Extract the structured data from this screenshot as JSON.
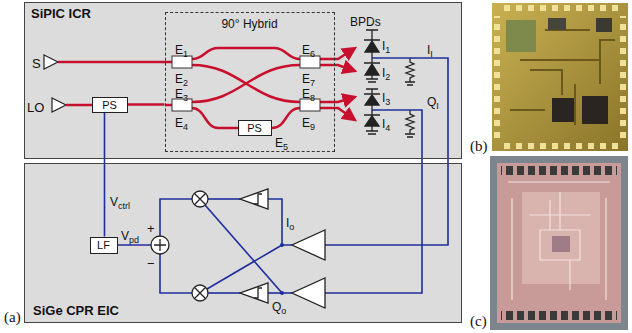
{
  "diagram": {
    "nodes": [
      {
        "text": [
          "SiPIC ICR"
        ]
      },
      {
        "text": [
          "PS"
        ],
        "in": 0
      },
      {
        "text": [
          "90° Hybrid"
        ],
        "in": 0
      },
      {
        "text": [
          "PS"
        ],
        "in": 2
      },
      {
        "text": [
          "SiGe CPR EIC"
        ]
      },
      {
        "text": [
          "LF"
        ],
        "in": 4
      }
    ],
    "edges": [
      {
        "from": 5,
        "to": 1,
        "arrow": "none"
      },
      {
        "from": 1,
        "to": 2,
        "arrow": "none"
      }
    ],
    "labels": [
      "S",
      "LO",
      "E1",
      "E2",
      "E3",
      "E4",
      "E5",
      "E6",
      "E7",
      "E8",
      "E9",
      "BPDs",
      "I1",
      "I2",
      "I3",
      "I4",
      "II",
      "QI",
      "Vctrl",
      "Vpd",
      "+",
      "−",
      "Io",
      "Qo",
      "(a)",
      "(b)",
      "(c)"
    ]
  }
}
